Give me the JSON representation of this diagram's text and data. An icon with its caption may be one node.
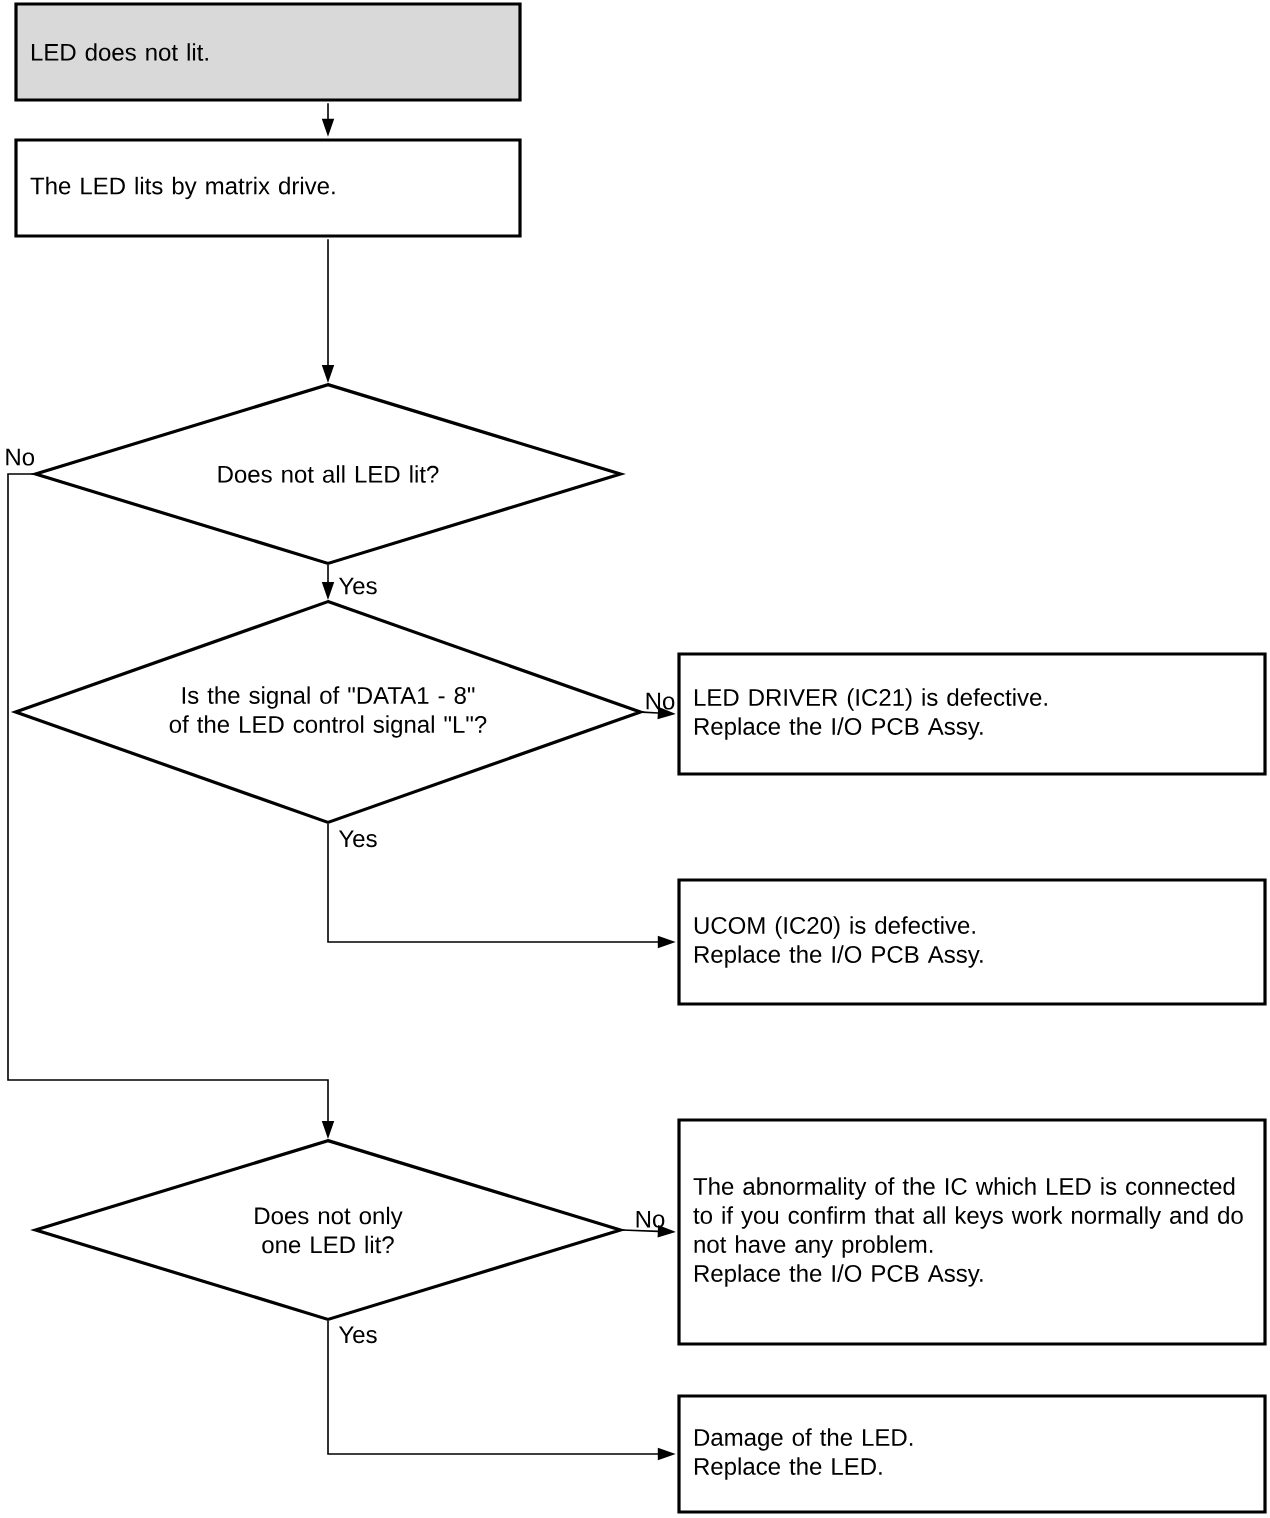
{
  "diagram": {
    "nodes": [
      {
        "text": [
          "LED does not lit."
        ]
      },
      {
        "text": [
          "The LED lits by matrix drive."
        ]
      },
      {
        "text": [
          "Does not all LED lit?"
        ]
      },
      {
        "text": [
          "Is the signal of \"DATA1 - 8\" of the LED control signal \"L\"?"
        ]
      },
      {
        "text": [
          "LED DRIVER (IC21) is defective.",
          "Replace the I/O PCB Assy."
        ]
      },
      {
        "text": [
          "UCOM (IC20) is defective.",
          "Replace the I/O PCB Assy."
        ]
      },
      {
        "text": [
          "Does not only one LED lit?"
        ]
      },
      {
        "text": [
          "The abnormality of the IC which LED is connected to if you confirm that all keys work normally and do not have any problem.",
          "Replace the I/O PCB Assy."
        ]
      },
      {
        "text": [
          "Damage of the LED.",
          "Replace the LED."
        ]
      }
    ],
    "edges": [
      {
        "from": 0,
        "to": 1,
        "arrow": "to"
      },
      {
        "from": 1,
        "to": 2,
        "arrow": "to"
      },
      {
        "from": 2,
        "to": 3,
        "arrow": "to",
        "label": "Yes"
      },
      {
        "from": 2,
        "to": 6,
        "arrow": "to",
        "label": "No"
      },
      {
        "from": 3,
        "to": 4,
        "arrow": "to",
        "label": "No"
      },
      {
        "from": 3,
        "to": 5,
        "arrow": "to",
        "label": "Yes"
      },
      {
        "from": 6,
        "to": 7,
        "arrow": "to",
        "label": "No"
      },
      {
        "from": 6,
        "to": 8,
        "arrow": "to",
        "label": "Yes"
      }
    ]
  }
}
